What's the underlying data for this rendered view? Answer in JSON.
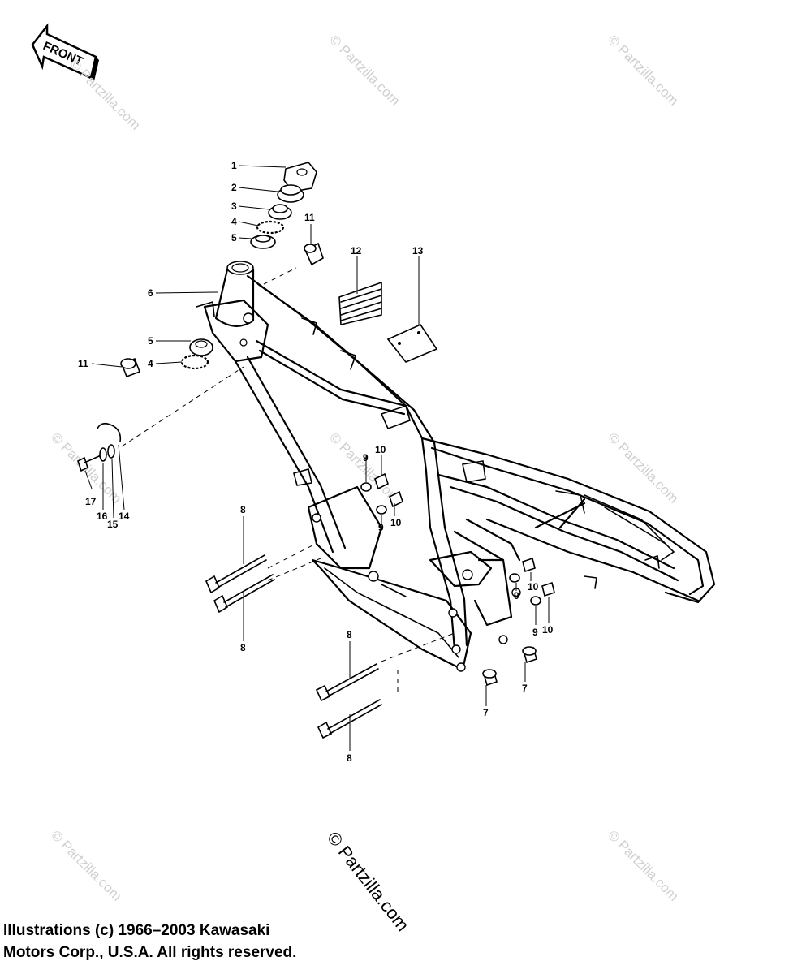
{
  "front_arrow_label": "FRONT",
  "watermark_text": "© Partzilla.com",
  "copyright_lines": [
    "Illustrations (c) 1966–2003 Kawasaki",
    "Motors Corp., U.S.A.  All rights reserved."
  ],
  "callouts": {
    "c1": "1",
    "c2": "2",
    "c3": "3",
    "c4a": "4",
    "c5a": "5",
    "c11a": "11",
    "c12": "12",
    "c13": "13",
    "c6": "6",
    "c5b": "5",
    "c11b": "11",
    "c4b": "4",
    "c9a": "9",
    "c10a": "10",
    "c9b": "9",
    "c10b": "10",
    "c17": "17",
    "c16": "16",
    "c15": "15",
    "c14": "14",
    "c8a": "8",
    "c8b": "8",
    "c8c": "8",
    "c8d": "8",
    "c9c": "9",
    "c10c": "10",
    "c9d": "9",
    "c10d": "10",
    "c7a": "7",
    "c7b": "7"
  }
}
